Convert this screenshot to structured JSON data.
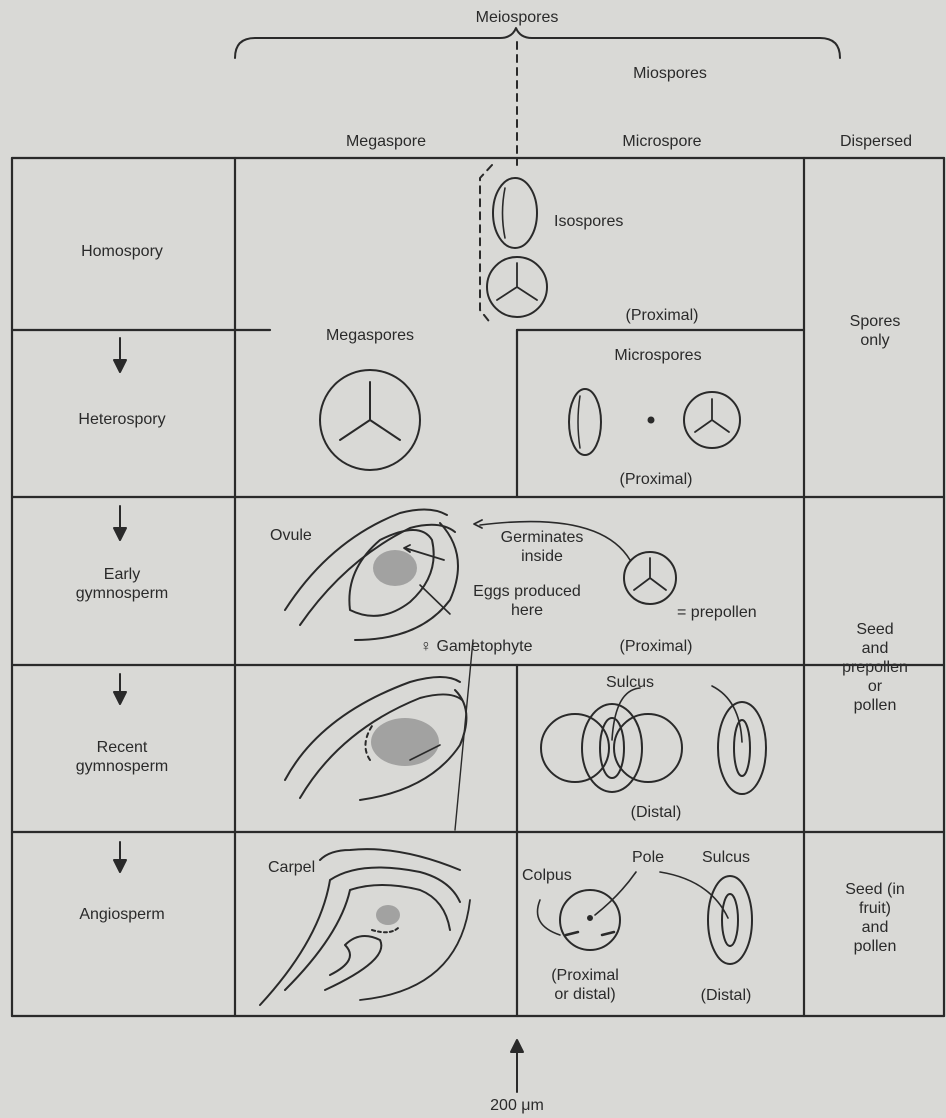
{
  "top": {
    "meiospores": "Meiospores",
    "miospores": "Miospores",
    "megaspore": "Megaspore",
    "microspore": "Microspore",
    "dispersed": "Dispersed"
  },
  "rows": [
    {
      "label": [
        "Homospory"
      ]
    },
    {
      "label": [
        "Heterospory"
      ]
    },
    {
      "label": [
        "Early",
        "gymnosperm"
      ]
    },
    {
      "label": [
        "Recent",
        "gymnosperm"
      ]
    },
    {
      "label": [
        "Angiosperm"
      ]
    }
  ],
  "dispersed": {
    "spores_only": [
      "Spores",
      "only"
    ],
    "seed_prepollen": [
      "Seed",
      "and",
      "prepollen",
      "or",
      "pollen"
    ],
    "seed_fruit": [
      "Seed (in",
      "fruit)",
      "and",
      "pollen"
    ]
  },
  "labels": {
    "isospores": "Isospores",
    "proximal": "(Proximal)",
    "megaspores": "Megaspores",
    "microspores": "Microspores",
    "ovule": "Ovule",
    "germinates": [
      "Germinates",
      "inside"
    ],
    "eggs": [
      "Eggs produced",
      "here"
    ],
    "prepollen": "= prepollen",
    "gametophyte": "♀ Gametophyte",
    "sulcus": "Sulcus",
    "distal": "(Distal)",
    "carpel": "Carpel",
    "pole": "Pole",
    "colpus": "Colpus",
    "proximal_or_distal": [
      "(Proximal",
      "or distal)"
    ]
  },
  "scale": "200 μm"
}
